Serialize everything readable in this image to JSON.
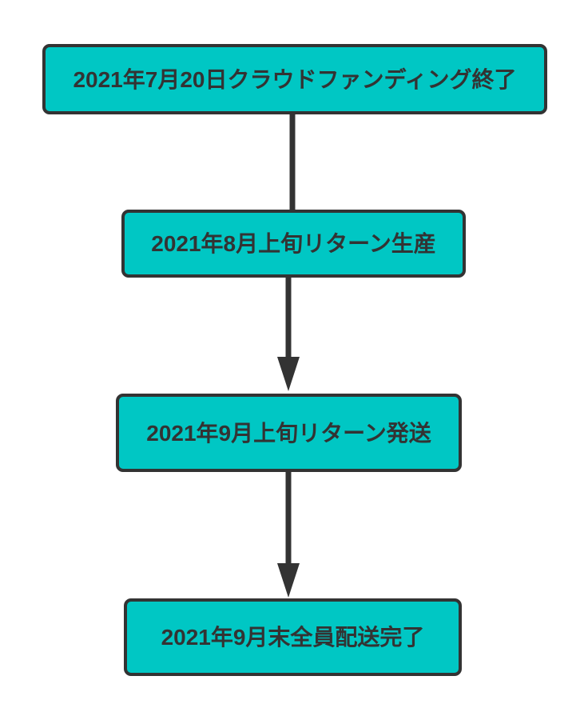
{
  "diagram": {
    "type": "flowchart",
    "direction": "top-down",
    "colors": {
      "node_fill": "#00c7c4",
      "node_border": "#333333",
      "text": "#333333",
      "connector": "#333333",
      "background": "#ffffff"
    },
    "nodes": [
      {
        "id": "step-1",
        "label": "2021年7月20日クラウドファンディング終了"
      },
      {
        "id": "step-2",
        "label": "2021年8月上旬リターン生産"
      },
      {
        "id": "step-3",
        "label": "2021年9月上旬リターン発送"
      },
      {
        "id": "step-4",
        "label": "2021年9月末全員配送完了"
      }
    ],
    "edges": [
      {
        "from": "step-1",
        "to": "step-2",
        "arrowhead": false
      },
      {
        "from": "step-2",
        "to": "step-3",
        "arrowhead": true
      },
      {
        "from": "step-3",
        "to": "step-4",
        "arrowhead": true
      }
    ]
  }
}
